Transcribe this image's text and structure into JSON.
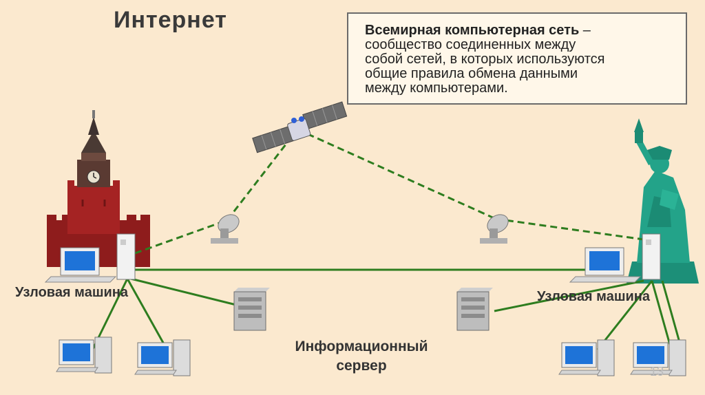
{
  "title": "Интернет",
  "definition": {
    "term": "Всемирная компьютерная сеть",
    "line1_rest": " –",
    "line2": "сообщество соединенных между",
    "line3": "собой сетей, в которых используются",
    "line4": "общие правила обмена данными",
    "line5": "между компьютерами."
  },
  "labels": {
    "node_left": "Узловая машина",
    "node_right": "Узловая машина",
    "server_line1": "Информационный",
    "server_line2": "сервер"
  },
  "page_number": "13",
  "colors": {
    "background": "#fbe9cf",
    "link": "#2e7d1f",
    "box_border": "#6a6a6a",
    "tower": "#9a1f1f",
    "statue": "#1f9e86",
    "screen": "#1e73d8"
  }
}
